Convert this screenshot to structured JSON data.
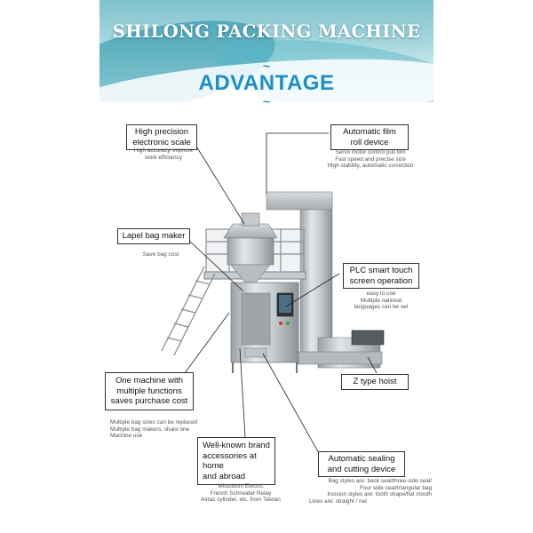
{
  "banner": {
    "title": "SHILONG PACKING MACHINE"
  },
  "advantage": {
    "tilde_top": "~",
    "title": "ADVANTAGE",
    "tilde_bottom": "~"
  },
  "features": {
    "scale": {
      "title_1": "High precision",
      "title_2": "electronic scale",
      "desc_1": "High accuracy, improve",
      "desc_2": "work efficiency"
    },
    "film": {
      "title_1": "Automatic film",
      "title_2": "roll device",
      "desc_1": "Servo motor control pull film",
      "desc_2": "Fast speed and precise size",
      "desc_3": "High stability, automatic correction"
    },
    "lapel": {
      "title": "Lapel bag maker",
      "desc": "Save bag cost"
    },
    "plc": {
      "title_1": "PLC smart touch",
      "title_2": "screen operation",
      "desc_1": "easy to use",
      "desc_2": "Multiple national",
      "desc_3": "languages can be set"
    },
    "multi": {
      "title_1": "One machine with",
      "title_2": "multiple functions",
      "title_3": "saves purchase cost",
      "desc_1": "Multiple bag sizes can be replaced",
      "desc_2": "Multiple bag makers, share one",
      "desc_3": "Machine use"
    },
    "hoist": {
      "title": "Z type hoist"
    },
    "brand": {
      "title_1": "Well-known brand",
      "title_2": "accessories at home",
      "title_3": "and abroad",
      "desc_1": "Mitsubishi Electric",
      "desc_2": "French Schneider Relay",
      "desc_3": "Airtac cylinder, etc. from Taiwan"
    },
    "sealing": {
      "title_1": "Automatic sealing",
      "title_2": "and cutting device",
      "desc_1": "Bag styles are: back seal/three-side seal/",
      "desc_2": "Four side seal/triangular bag",
      "desc_3": "Incision styles are: tooth shape/flat mouth",
      "desc_4": "Lines are: straight / net"
    }
  }
}
